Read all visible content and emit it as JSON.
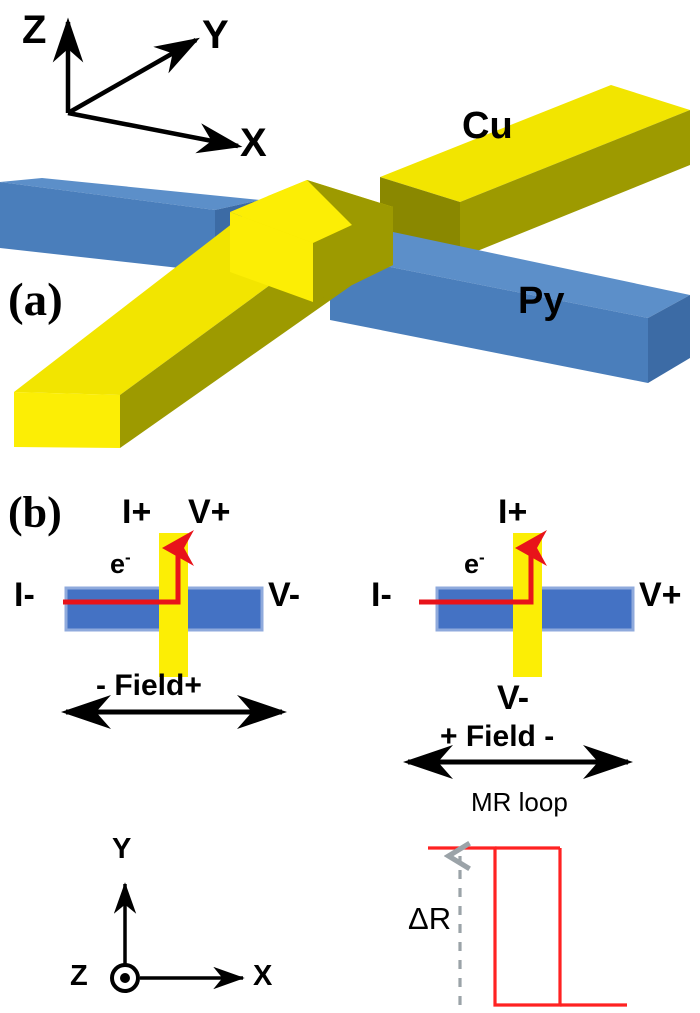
{
  "figure": {
    "background": "#ffffff",
    "colors": {
      "cu_top": "#F2E500",
      "cu_bright": "#FCEE05",
      "cu_side": "#9D9A00",
      "cu_dark": "#8A8800",
      "py_top": "#4A7EBB",
      "py_side": "#3C6BA5",
      "py_end": "#5C8FC9",
      "py_flat": "#4472C4",
      "py_outline": "#8FAADC",
      "current_red": "#E8131A",
      "loop_red": "#FF2222",
      "dash_gray": "#9BA3A8",
      "ink": "#000000"
    }
  },
  "panel_a": {
    "tag": "(a)",
    "axes": {
      "z_label": "Z",
      "y_label": "Y",
      "x_label": "X"
    },
    "materials": {
      "cu_label": "Cu",
      "py_label": "Py"
    }
  },
  "panel_b": {
    "tag": "(b)",
    "left_device": {
      "top_left_terminal": "I+",
      "top_right_terminal": "V+",
      "left_terminal": "I-",
      "right_terminal": "V-",
      "carrier_label": "e",
      "carrier_sign": "-",
      "field_label": "- Field+"
    },
    "right_device": {
      "top_terminal": "I+",
      "bottom_terminal": "V-",
      "left_terminal": "I-",
      "right_terminal": "V+",
      "carrier_label": "e",
      "carrier_sign": "-",
      "field_label": "+ Field -"
    }
  },
  "axes_2d": {
    "y_label": "Y",
    "x_label": "X",
    "z_label": "Z",
    "z_marker": "out-of-plane-dot"
  },
  "mr_plot": {
    "title": "MR loop",
    "delta_label": "ΔR"
  },
  "chart_data": {
    "type": "line",
    "title": "MR loop",
    "xlabel": "",
    "ylabel": "",
    "annotations": [
      "ΔR"
    ],
    "series": [
      {
        "name": "MR loop",
        "x": [
          0,
          33,
          33,
          66,
          66,
          100
        ],
        "y": [
          1,
          1,
          0,
          0,
          1,
          1
        ]
      }
    ],
    "ylim": [
      0,
      1
    ],
    "grid": false,
    "legend": false
  }
}
